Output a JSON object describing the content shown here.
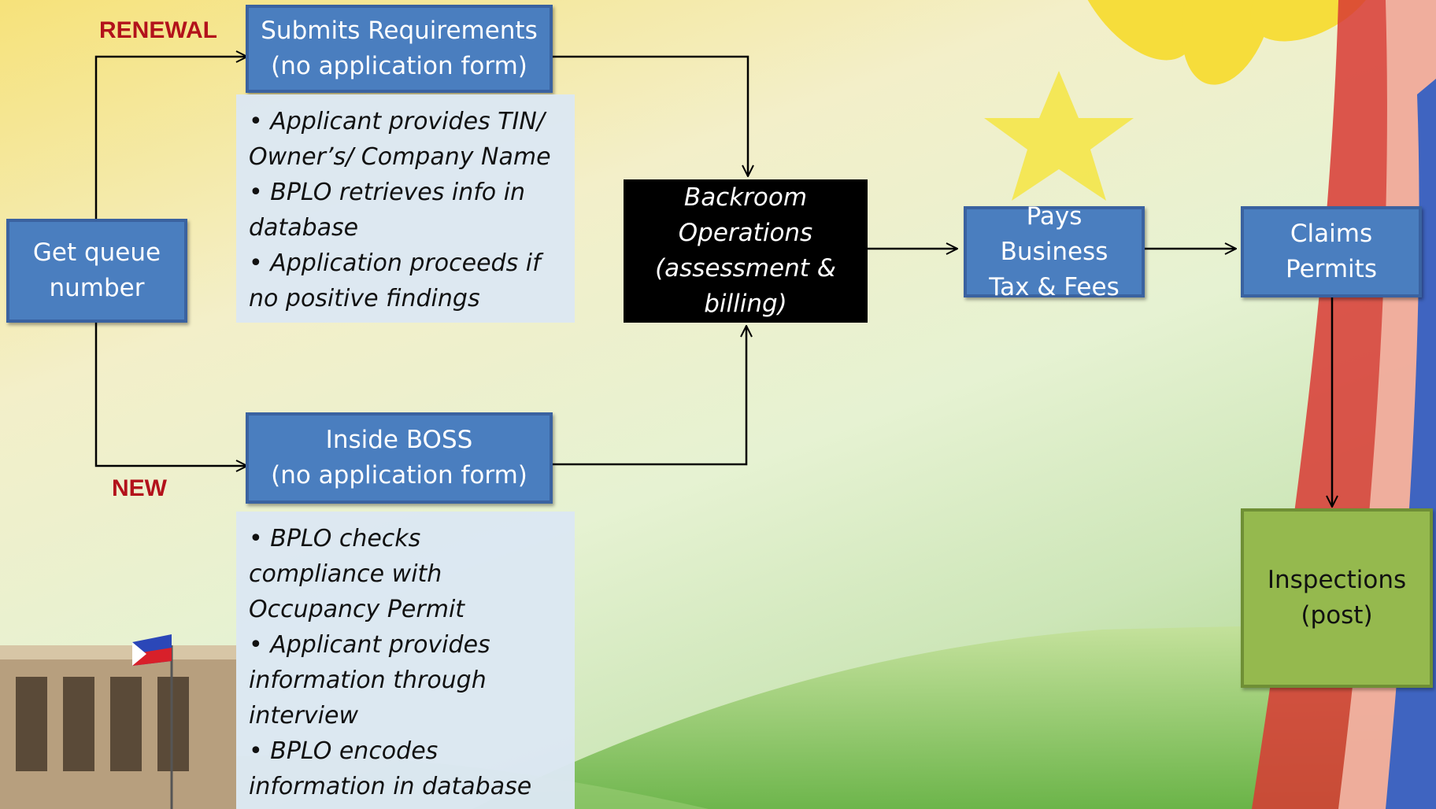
{
  "labels": {
    "renewal": "RENEWAL",
    "new": "NEW"
  },
  "nodes": {
    "queue": "Get queue\nnumber",
    "submit": "Submits Requirements\n(no application form)",
    "boss": "Inside BOSS\n(no application form)",
    "backroom": "Backroom\nOperations\n(assessment &\nbilling)",
    "pays": "Pays\nBusiness\nTax & Fees",
    "claims": "Claims\nPermits",
    "inspect": "Inspections\n(post)"
  },
  "renewal_notes": [
    "• Applicant provides TIN/",
    "Owner’s/ Company Name",
    "• BPLO retrieves info in",
    "database",
    "• Application proceeds if",
    "no positive findings"
  ],
  "new_notes": [
    "•  BPLO checks",
    "compliance with",
    "Occupancy Permit",
    "• Applicant provides",
    "information through",
    "interview",
    "• BPLO  encodes",
    "information in database"
  ],
  "colors": {
    "box_blue": "#4a7ebf",
    "box_green": "#95b94e",
    "box_black": "#000000",
    "label_red": "#b3121b",
    "note_bg": "#dce7f2"
  }
}
